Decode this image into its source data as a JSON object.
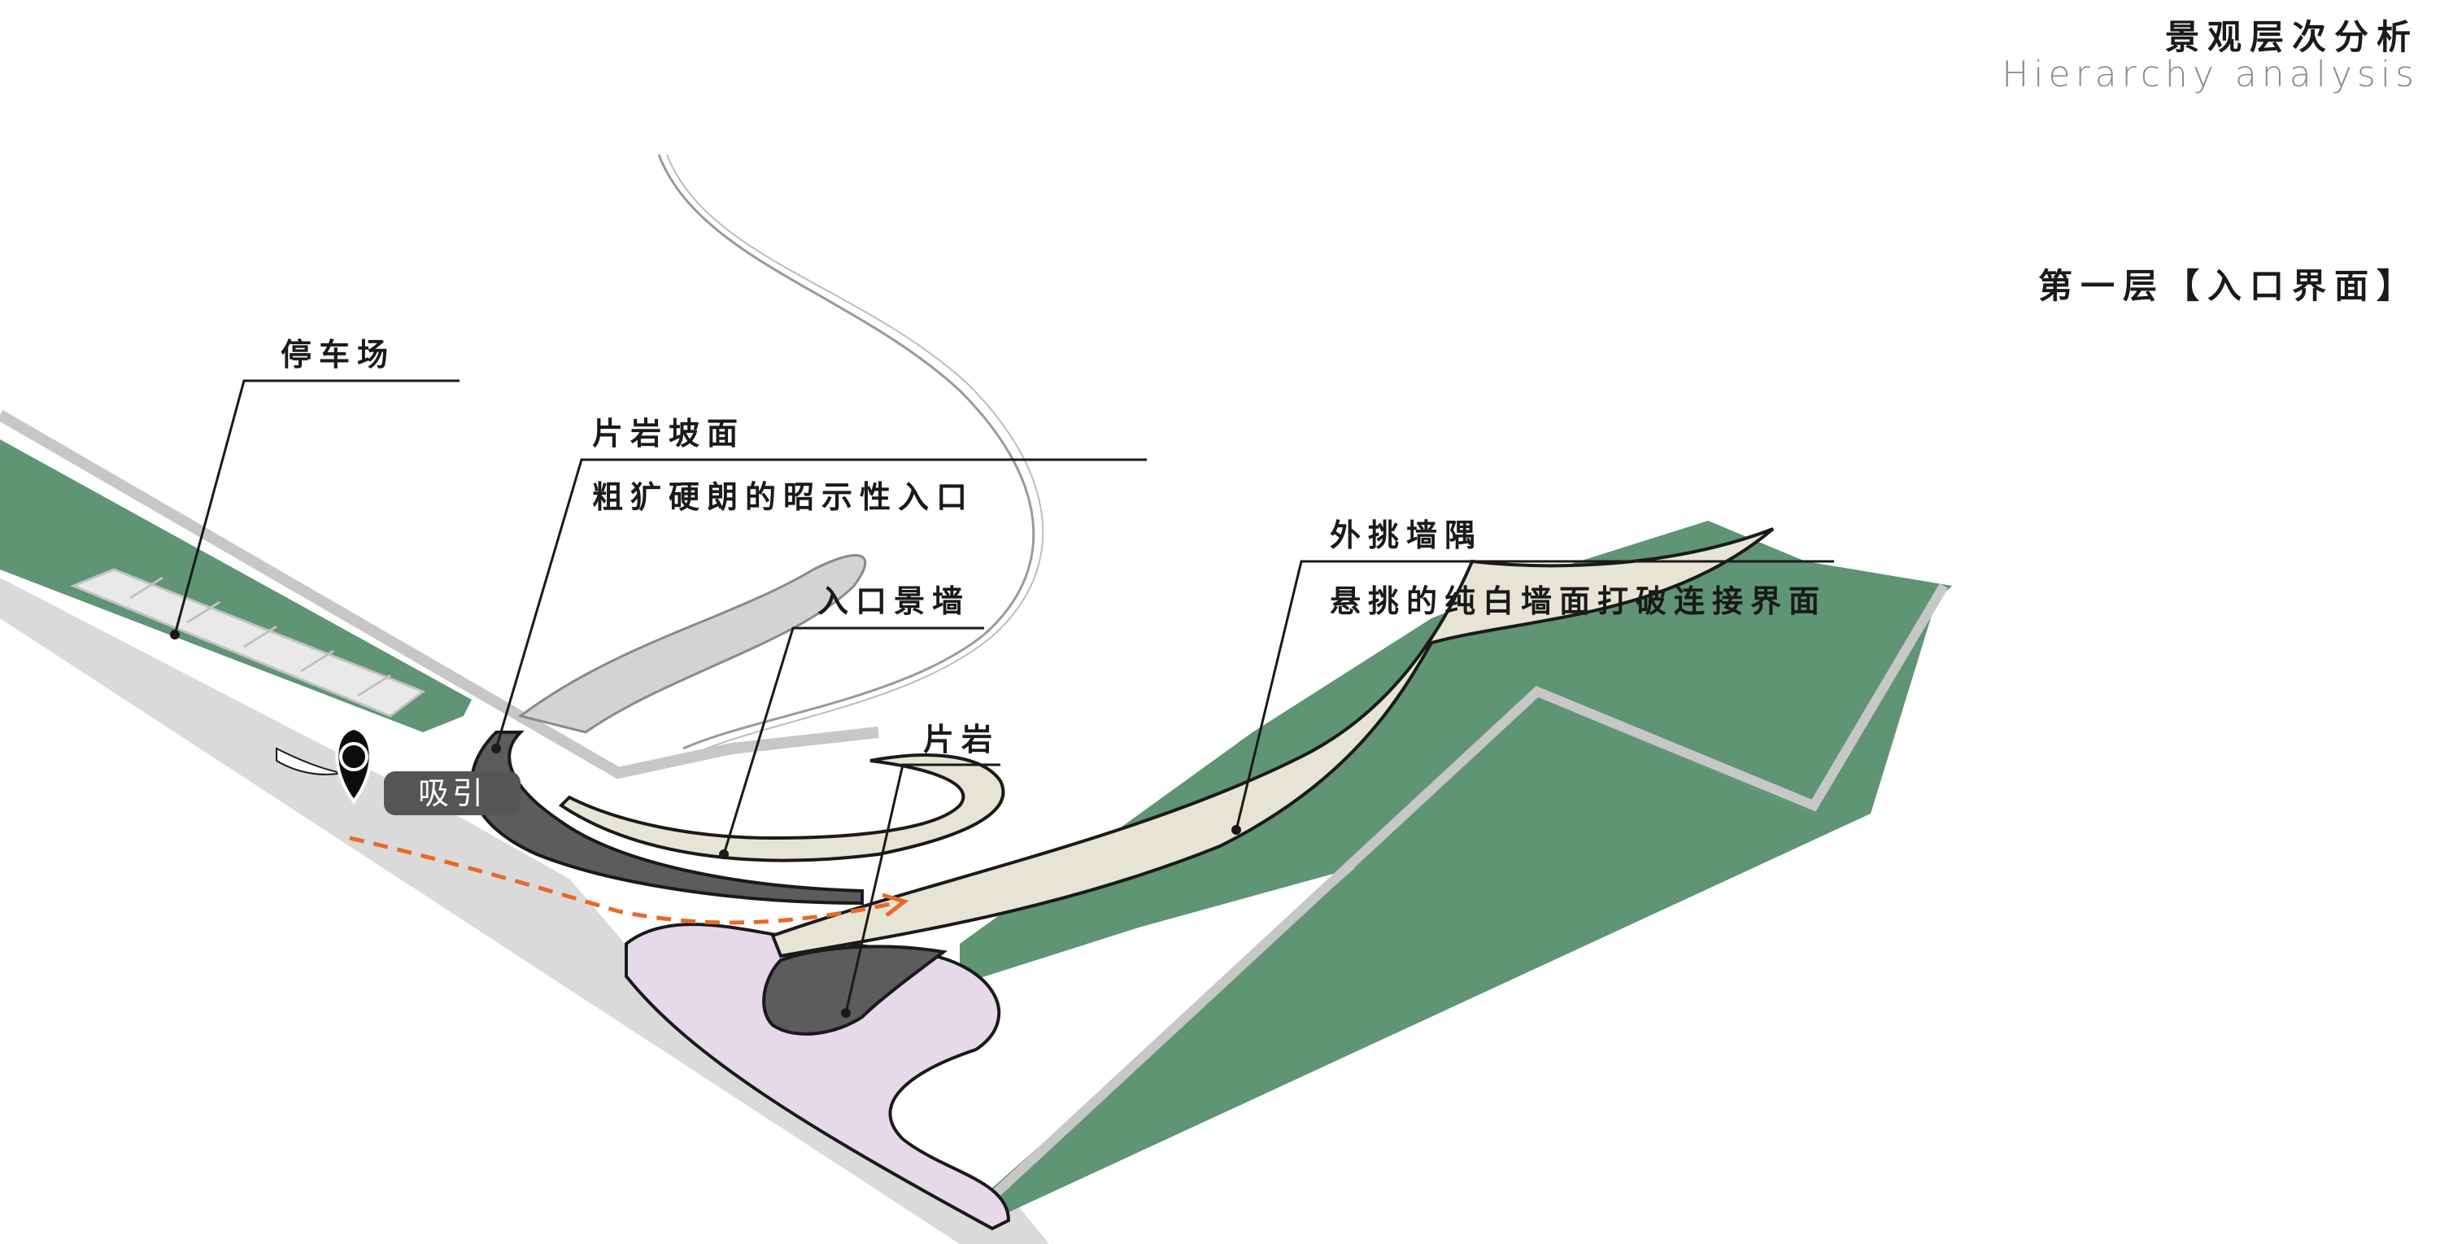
{
  "header": {
    "title_zh": "景观层次分析",
    "title_en": "Hierarchy analysis",
    "layer_title": "第一层【入口界面】"
  },
  "labels": {
    "parking": "停车场",
    "slate_slope": "片岩坡面",
    "slate_slope_desc": "粗犷硬朗的昭示性入口",
    "entrance_wall": "入口景墙",
    "slate": "片岩",
    "cantilever_wall": "外挑墙隅",
    "cantilever_wall_desc": "悬挑的纯白墙面打破连接界面",
    "attract_tag": "吸引"
  },
  "colors": {
    "lawn": "#5f9474",
    "road": "#dadada",
    "wall_cream": "#e6e4d4",
    "slate_dark": "#5c5c5c",
    "plaza_pink": "#e6d9ea",
    "path_orange": "#e8692a",
    "leader_line": "#1a1a1a"
  },
  "icons": {
    "location": "map-pin-icon",
    "direction": "dashed-arrow-icon"
  }
}
